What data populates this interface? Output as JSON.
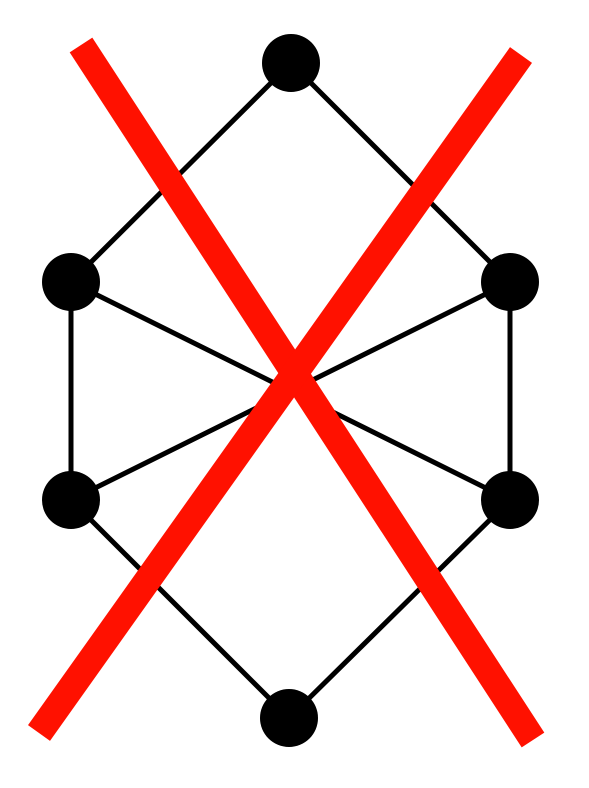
{
  "diagram": {
    "type": "graph",
    "nodes": [
      {
        "id": "top"
      },
      {
        "id": "upper-left"
      },
      {
        "id": "upper-right"
      },
      {
        "id": "lower-left"
      },
      {
        "id": "lower-right"
      },
      {
        "id": "bottom"
      }
    ],
    "edges": [
      [
        "top",
        "upper-left"
      ],
      [
        "top",
        "upper-right"
      ],
      [
        "upper-left",
        "lower-left"
      ],
      [
        "upper-right",
        "lower-right"
      ],
      [
        "lower-left",
        "bottom"
      ],
      [
        "lower-right",
        "bottom"
      ],
      [
        "upper-left",
        "lower-right"
      ],
      [
        "upper-right",
        "lower-left"
      ]
    ],
    "colors": {
      "edge": "#000000",
      "node": "#000000",
      "cross": "#ff1100",
      "background": "#ffffff"
    },
    "overlay": {
      "type": "cross-out",
      "meaning": "crossed-out"
    }
  }
}
